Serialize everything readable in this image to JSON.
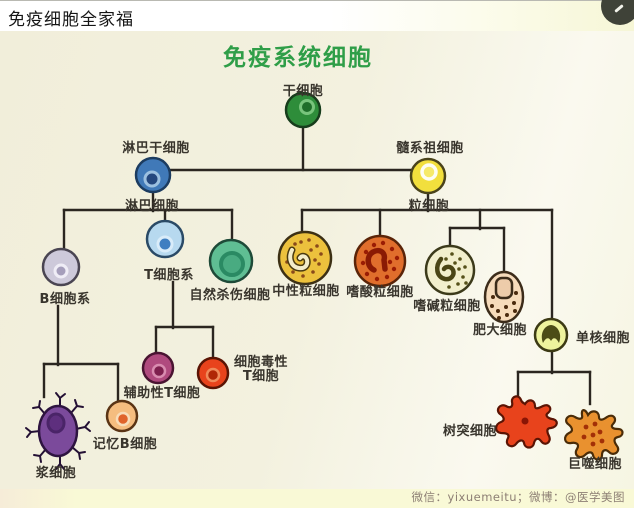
{
  "window": {
    "title": "免疫细胞全家福"
  },
  "diagram": {
    "title": "免疫系统细胞",
    "title_color": "#2f9e48",
    "line_color": "#2b2620",
    "nodes": {
      "stem_cell": {
        "label": "干细胞",
        "color": "#2e8d3a"
      },
      "lymphoid_stem": {
        "label": "淋巴干细胞",
        "color": "#4079b8"
      },
      "myeloid_progenitor": {
        "label": "髓系祖细胞",
        "color": "#f2df3d"
      },
      "lymphocyte": {
        "label": "淋巴细胞"
      },
      "granulocyte": {
        "label": "粒细胞"
      },
      "b_cell_line": {
        "label": "B细胞系",
        "color": "#cdc9da"
      },
      "t_cell_line": {
        "label": "T细胞系",
        "color": "#b7d9ef"
      },
      "nk_cell": {
        "label": "自然杀伤细胞",
        "color": "#5fbe93"
      },
      "neutrophil": {
        "label": "中性粒细胞",
        "color": "#ecc13d"
      },
      "eosinophil": {
        "label": "嗜酸粒细胞",
        "color": "#e06e2c"
      },
      "basophil": {
        "label": "嗜碱粒细胞",
        "color": "#f2efcd"
      },
      "mast_cell": {
        "label": "肥大细胞",
        "color": "#f6dbbb"
      },
      "monocyte": {
        "label": "单核细胞",
        "color": "#eef39d"
      },
      "helper_t": {
        "label": "辅助性T细胞",
        "color": "#b04a7e"
      },
      "cytotoxic_t": {
        "label": "细胞毒性T细胞",
        "color": "#e8431c"
      },
      "memory_b": {
        "label": "记忆B细胞",
        "color": "#f5bd7f"
      },
      "plasma_cell": {
        "label": "浆细胞",
        "color": "#7b4a9b"
      },
      "dendritic_cell": {
        "label": "树突细胞",
        "color": "#e8431c"
      },
      "macrophage": {
        "label": "巨噬细胞",
        "color": "#e9912f"
      }
    },
    "footer": {
      "credit": "微信：yixuemeitu；微博：@医学美图"
    }
  }
}
